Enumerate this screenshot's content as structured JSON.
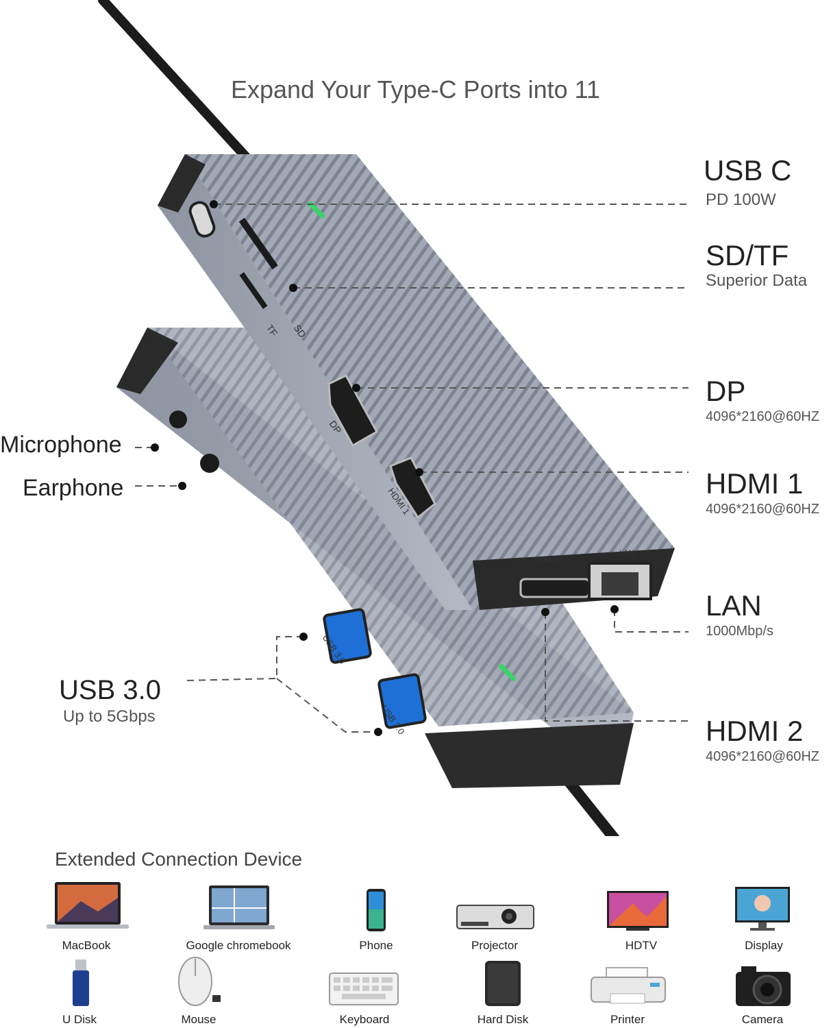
{
  "headline": "Expand Your Type-C Ports into 11",
  "ports_right": [
    {
      "name": "USB C",
      "sub": "PD 100W"
    },
    {
      "name": "SD/TF",
      "sub": "Superior Data"
    },
    {
      "name": "DP",
      "sub": "4096*2160@60HZ"
    },
    {
      "name": "HDMI 1",
      "sub": "4096*2160@60HZ"
    },
    {
      "name": "LAN",
      "sub": "1000Mbp/s"
    },
    {
      "name": "HDMI 2",
      "sub": "4096*2160@60HZ"
    }
  ],
  "ports_left": [
    {
      "name": "Microphone"
    },
    {
      "name": "Earphone"
    },
    {
      "name": "USB 3.0",
      "sub": "Up to 5Gbps"
    }
  ],
  "hub_engravings": {
    "tf": "TF",
    "sd": "SD",
    "dp": "DP",
    "hdmi1": "HDMI 1",
    "hdmi2": "HDMI 2",
    "lan": "LAN",
    "usb_a": "USB 3.0",
    "usb_b": "USB 3.0"
  },
  "section_title": "Extended Connection Device",
  "devices_row1": [
    "MacBook",
    "Google chromebook",
    "Phone",
    "Projector",
    "HDTV",
    "Display"
  ],
  "devices_row2": [
    "U Disk",
    "Mouse",
    "Keyboard",
    "Hard Disk",
    "Printer",
    "Camera"
  ],
  "colors": {
    "hub_body": "#9aa0ad",
    "led": "#39d46a",
    "leader_line": "#555555"
  }
}
